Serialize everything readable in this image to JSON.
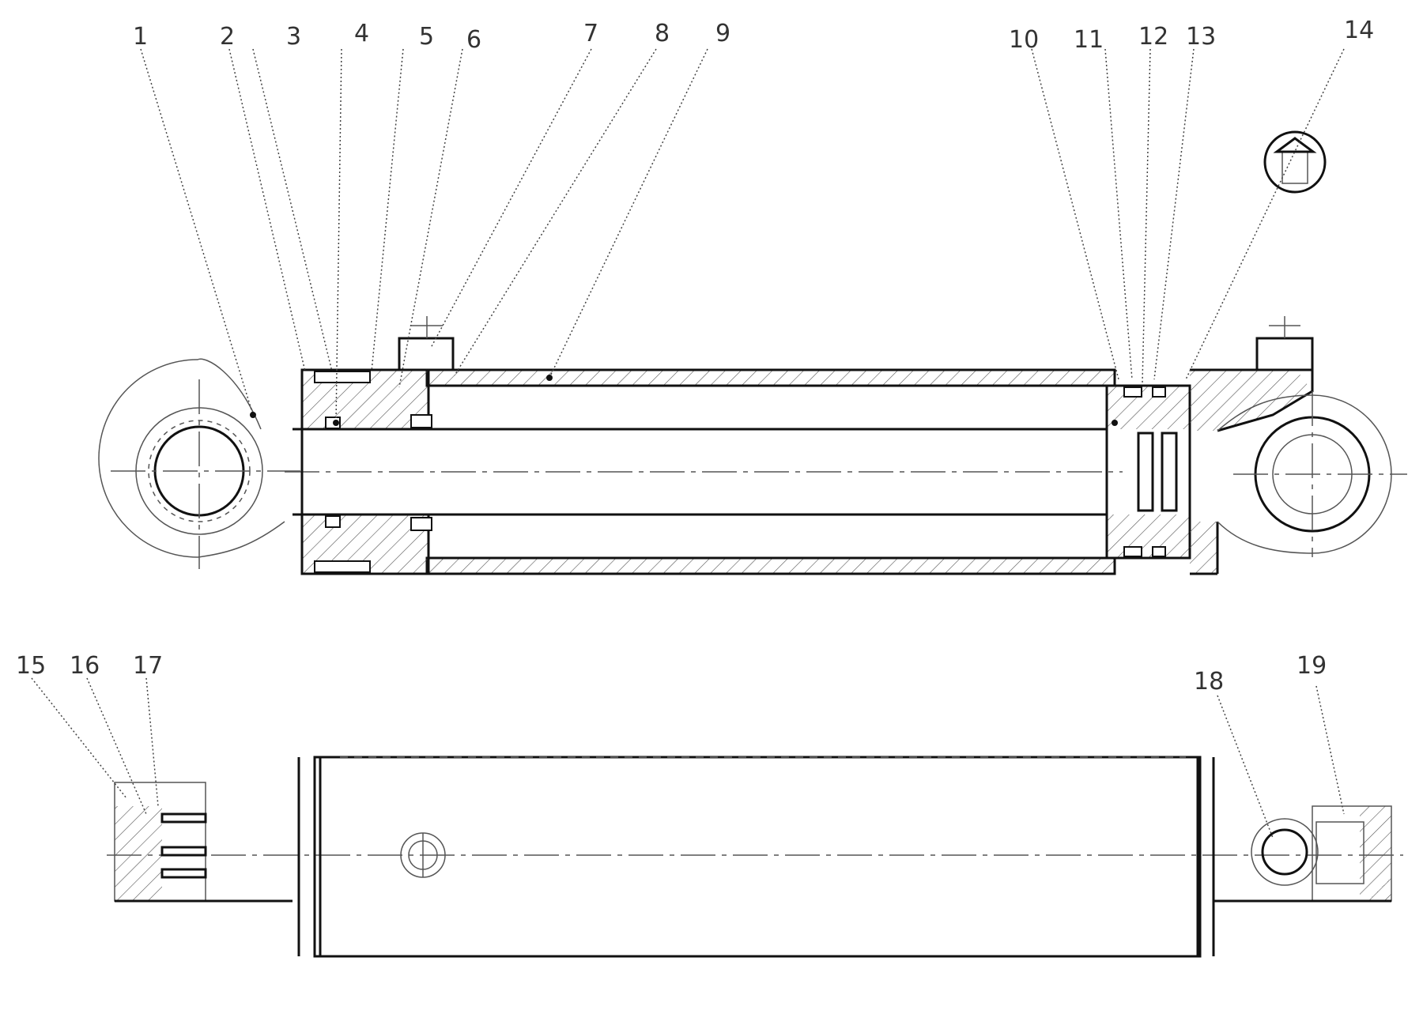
{
  "drawing": {
    "callouts": [
      "1",
      "2",
      "3",
      "4",
      "5",
      "6",
      "7",
      "8",
      "9",
      "10",
      "11",
      "12",
      "13",
      "14",
      "15",
      "16",
      "17",
      "18",
      "19"
    ]
  },
  "colors": {
    "line": "#111111",
    "thin": "#555555",
    "text": "#333333"
  }
}
